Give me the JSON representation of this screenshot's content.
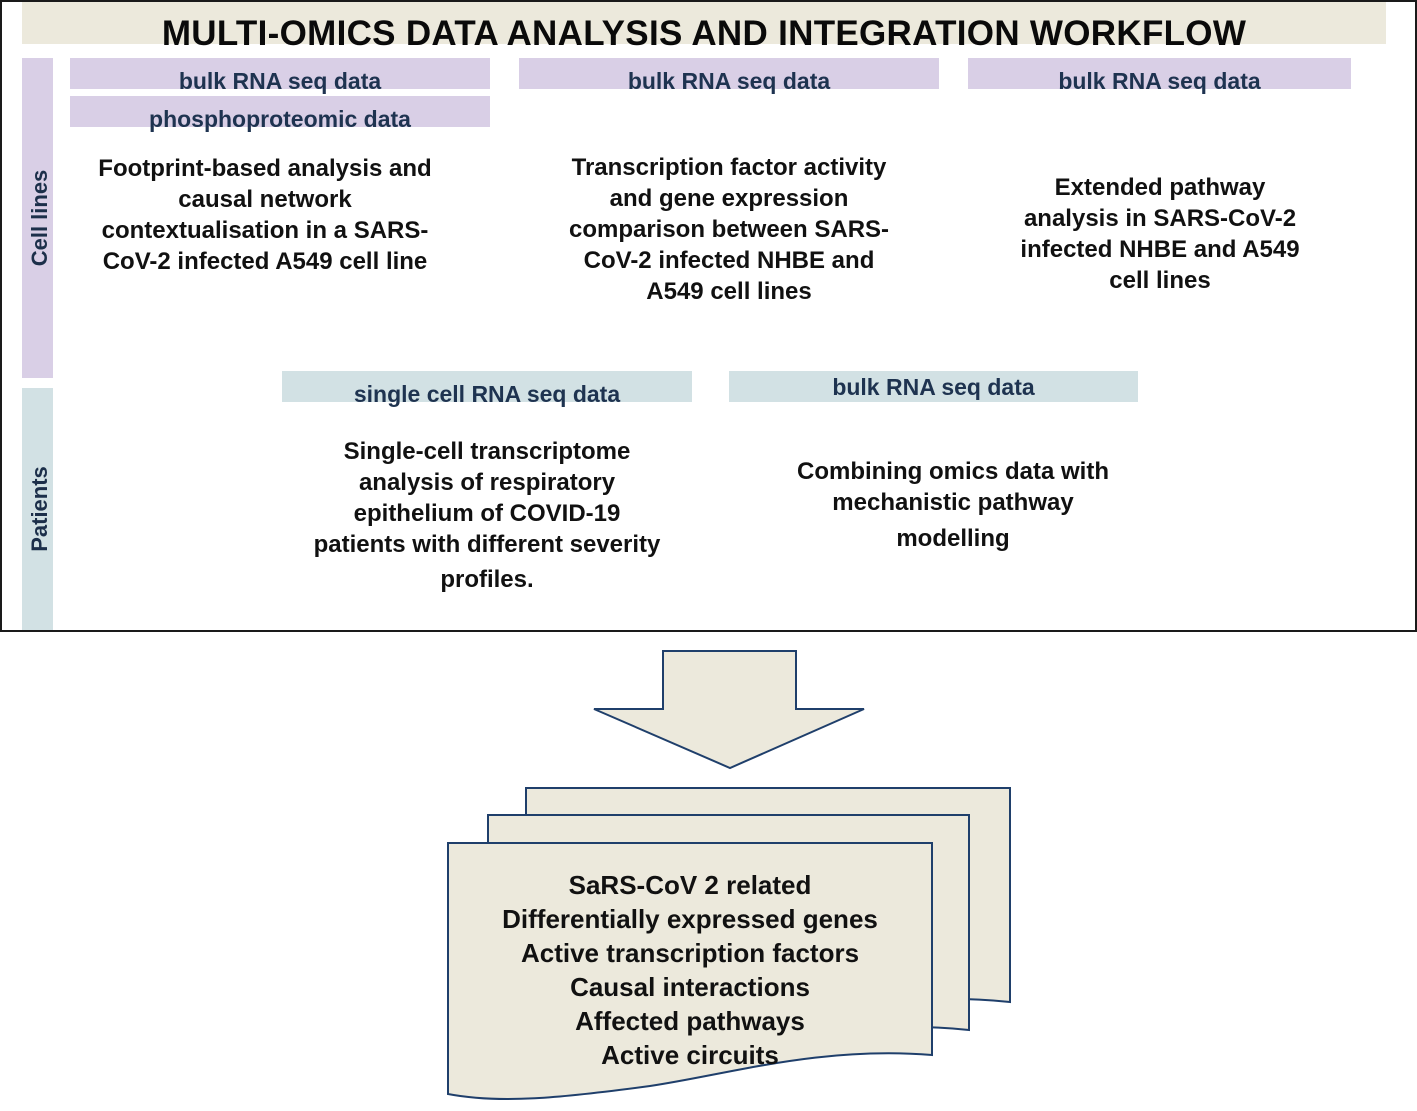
{
  "title": "MULTI-OMICS DATA ANALYSIS AND INTEGRATION WORKFLOW",
  "rows": {
    "cell_lines": "Cell lines",
    "patients": "Patients"
  },
  "cell_line_studies": [
    {
      "data_types": [
        "bulk RNA seq data",
        "phosphoproteomic data"
      ],
      "description": [
        "Footprint-based analysis and",
        "causal network",
        "contextualisation in a SARS-",
        "CoV-2 infected A549 cell line"
      ]
    },
    {
      "data_types": [
        "bulk RNA seq data"
      ],
      "description": [
        "Transcription factor activity",
        "and gene expression",
        "comparison between SARS-",
        "CoV-2 infected NHBE and",
        "A549 cell lines"
      ]
    },
    {
      "data_types": [
        "bulk RNA seq data"
      ],
      "description": [
        "Extended pathway",
        "analysis in SARS-CoV-2",
        "infected NHBE and A549",
        "cell lines"
      ]
    }
  ],
  "patient_studies": [
    {
      "data_types": [
        "single cell RNA seq data"
      ],
      "description": [
        "Single-cell transcriptome",
        "analysis of respiratory",
        "epithelium of COVID-19",
        "patients with different severity",
        "profiles."
      ]
    },
    {
      "data_types": [
        "bulk RNA seq data"
      ],
      "description": [
        "Combining omics data with",
        "mechanistic pathway",
        "modelling"
      ]
    }
  ],
  "outputs": [
    "SaRS-CoV 2 related",
    "Differentially expressed genes",
    "Active transcription factors",
    "Causal interactions",
    "Affected pathways",
    "Active circuits"
  ],
  "colors": {
    "cell_lines_band": "#d9cfe6",
    "patients_band": "#d2e1e4",
    "title_band": "#ece9dc",
    "output_fill": "#ece9dc",
    "output_stroke": "#1f3f6b"
  }
}
